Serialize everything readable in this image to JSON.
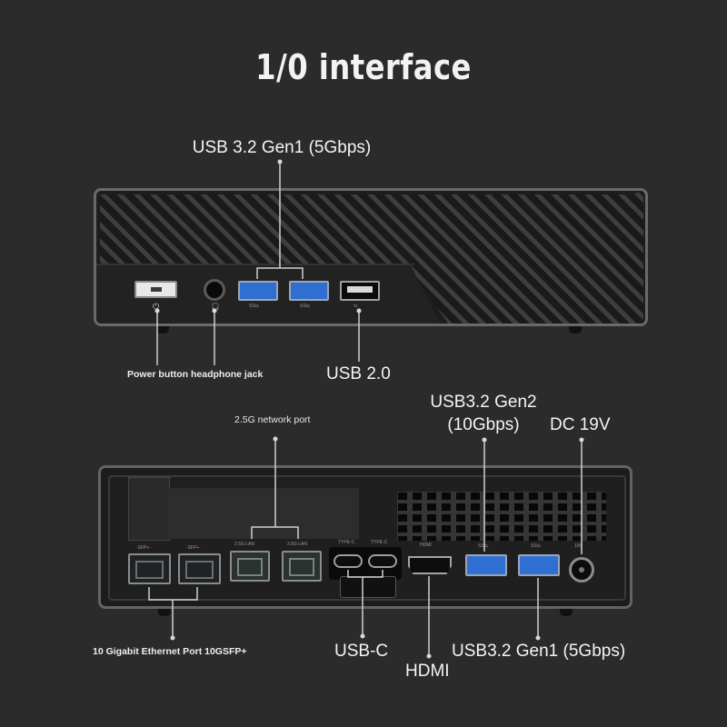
{
  "title": "1/0 interface",
  "front": {
    "labels": {
      "usb32_gen1": "USB 3.2 Gen1 (5Gbps)",
      "usb20": "USB 2.0",
      "power_headphone": "Power button headphone jack"
    }
  },
  "back": {
    "labels": {
      "network_25g": "2.5G network port",
      "usb32_gen2_line1": "USB3.2 Gen2",
      "usb32_gen2_line2": "(10Gbps)",
      "dc": "DC 19V",
      "ethernet_10g": "10 Gigabit Ethernet Port 10GSFP+",
      "usbc": "USB-C",
      "hdmi": "HDMI",
      "usb32_gen1": "USB3.2 Gen1 (5Gbps)"
    },
    "port_text": {
      "lan1": "2.5G LAN",
      "lan2": "2.5G LAN",
      "typec1": "TYPE-C",
      "typec2": "TYPE-C",
      "hdmi": "HDMI",
      "dc": "19V"
    }
  },
  "colors": {
    "background": "#2b2b2b",
    "usb3_blue": "#2f6fd1",
    "case_edge": "#6a6a6a",
    "leader_line": "#d0d0d0"
  }
}
